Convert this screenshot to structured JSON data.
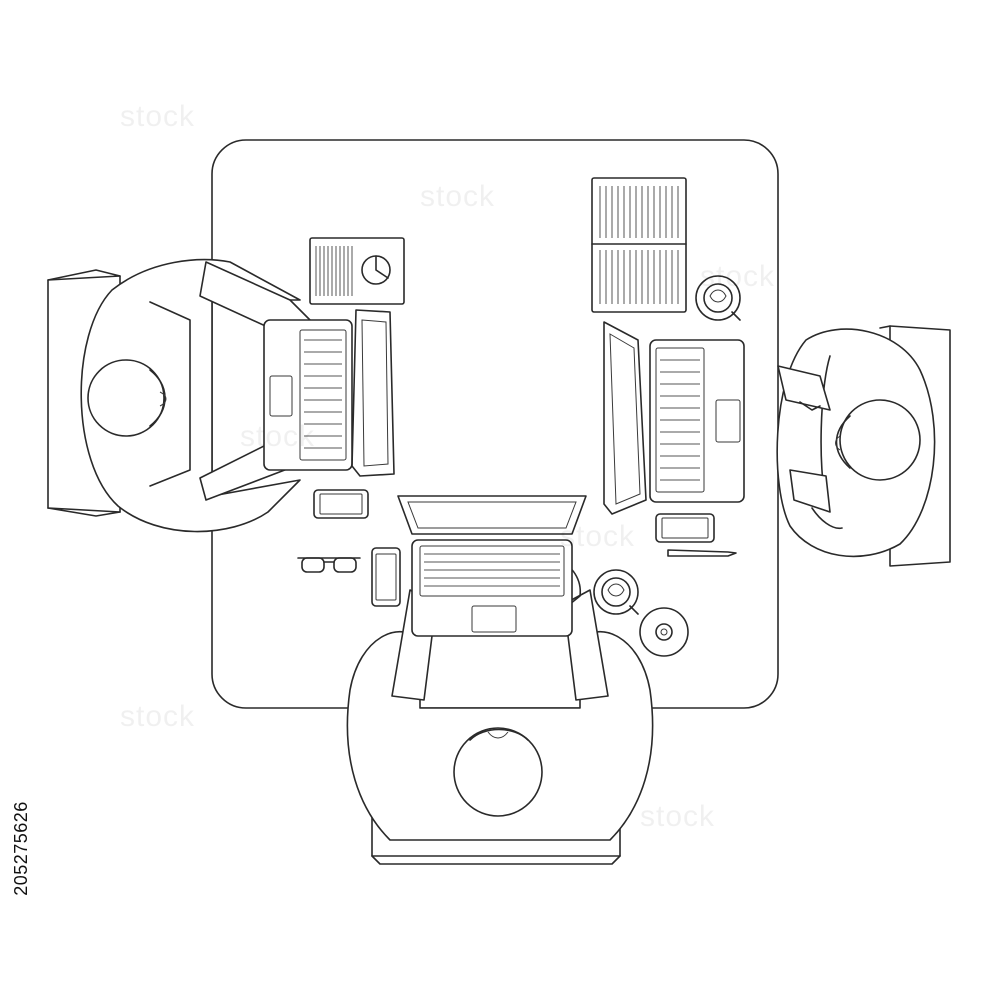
{
  "image": {
    "stock_id": "205275626",
    "watermark_text": "stock",
    "line_color": "#2a2a2a",
    "background": "#ffffff"
  },
  "scene": {
    "people": [
      "person-left",
      "person-right",
      "person-bottom"
    ],
    "objects": [
      "table",
      "laptop",
      "laptop",
      "laptop",
      "document-with-pie-chart",
      "open-notebook",
      "coffee-cup",
      "coffee-cup",
      "smartphone",
      "smartphone",
      "smartphone",
      "eyeglasses",
      "pencil",
      "compact-disc",
      "chair",
      "chair",
      "chair"
    ]
  }
}
